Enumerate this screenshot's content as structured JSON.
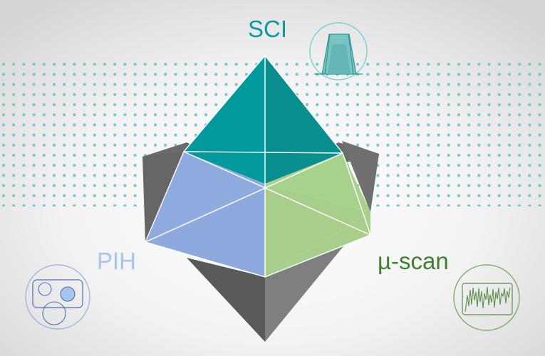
{
  "labels": {
    "sci": "SCI",
    "pih": "PIH",
    "mscan": "µ-scan"
  },
  "colors": {
    "teal": "#01999b",
    "blue": "#8faadf",
    "green": "#a9d18e",
    "gray_dark": "#595959",
    "gray_mid": "#7f7f7f",
    "dots": "#74c8c8",
    "sci_text": "#0e9a9c",
    "pih_text": "#a7c4ea",
    "mscan_text": "#3f7f2f",
    "pih_icon": "#4f6fb3",
    "mscan_icon": "#5a8f4a"
  },
  "icons": {
    "sci": "trapezoid-profile-icon",
    "pih": "circle-overlap-icon",
    "mscan": "waveform-icon"
  }
}
